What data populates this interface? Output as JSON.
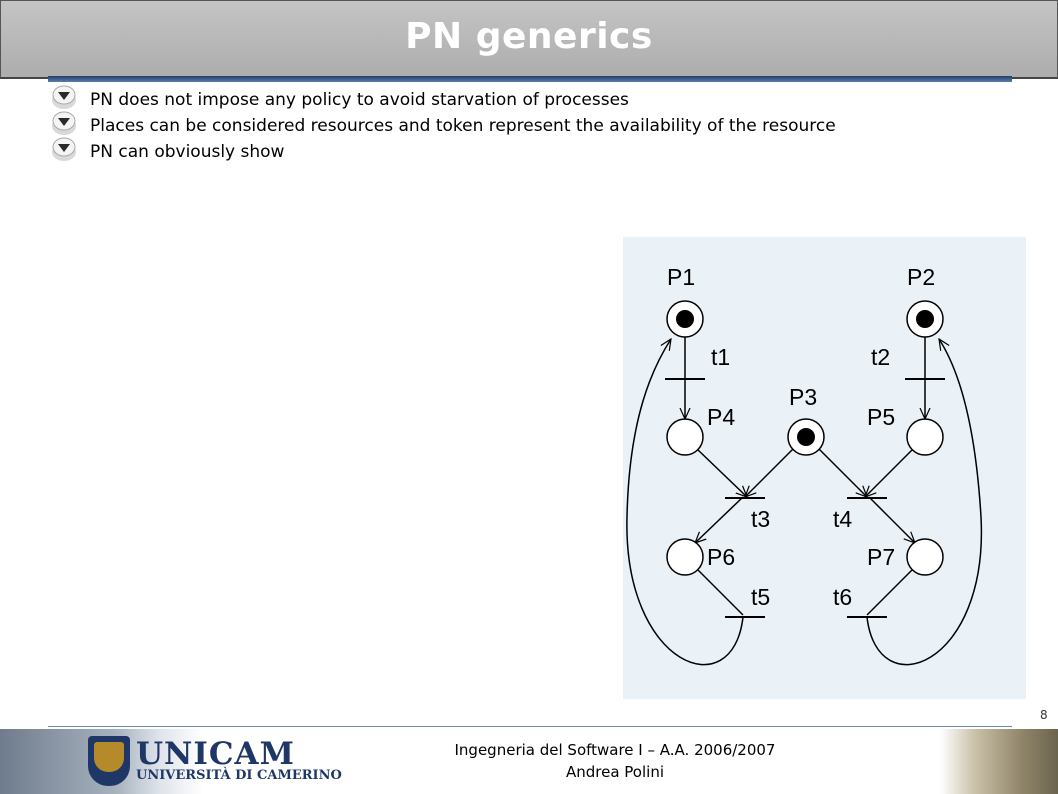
{
  "slide": {
    "title": "PN generics",
    "page_number": "8",
    "bullets": [
      "PN does not impose any policy to avoid starvation of processes",
      "Places can be considered resources and token represent the availability of the resource",
      "PN can obviously show"
    ]
  },
  "diagram": {
    "places": {
      "p1": "P1",
      "p2": "P2",
      "p3": "P3",
      "p4": "P4",
      "p5": "P5",
      "p6": "P6",
      "p7": "P7"
    },
    "transitions": {
      "t1": "t1",
      "t2": "t2",
      "t3": "t3",
      "t4": "t4",
      "t5": "t5",
      "t6": "t6"
    }
  },
  "footer": {
    "course": "Ingegneria del Software I – A.A. 2006/2007",
    "author": "Andrea Polini",
    "logo_text": "UNICAM",
    "logo_subtext": "UNIVERSITÀ DI CAMERINO"
  },
  "colors": {
    "title_bar": "#b4b4b4",
    "accent_rule": "#2a4c7c",
    "diagram_background": "#eaf2f8"
  }
}
